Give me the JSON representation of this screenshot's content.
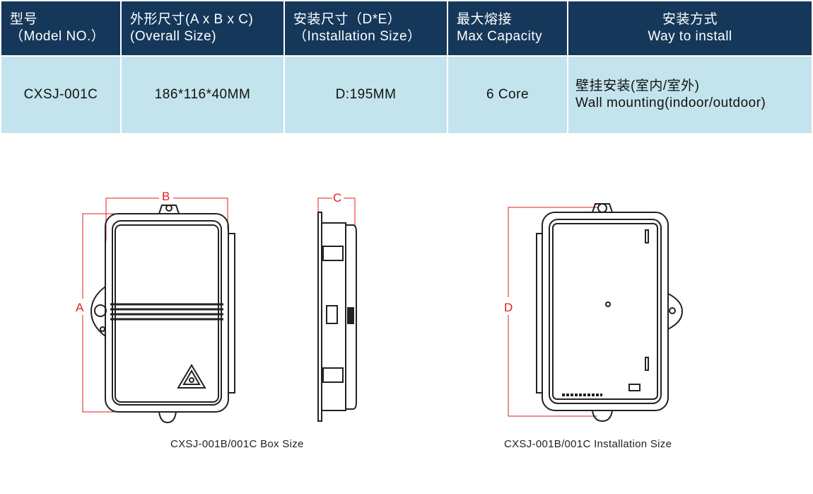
{
  "table": {
    "headers": [
      {
        "cn": "型号",
        "en": "（Model NO.）"
      },
      {
        "cn": "外形尺寸(A x B x C)",
        "en": "(Overall Size)"
      },
      {
        "cn": "安装尺寸（D*E）",
        "en": "（Installation  Size）"
      },
      {
        "cn": "最大熔接",
        "en": "Max Capacity"
      },
      {
        "cn": "安装方式",
        "en": "Way  to install"
      }
    ],
    "row": {
      "model": "CXSJ-001C",
      "overall_size": "186*116*40MM",
      "installation_size": "D:195MM",
      "capacity": "6 Core",
      "install_cn": "壁挂安装(室内/室外)",
      "install_en": "Wall  mounting(indoor/outdoor)"
    }
  },
  "labels": {
    "a": "A",
    "b": "B",
    "c": "C",
    "d": "D"
  },
  "captions": {
    "box": "CXSJ-001B/001C  Box Size",
    "install": "CXSJ-001B/001C  Installation Size"
  },
  "colors": {
    "header": "#15385a",
    "row": "#c3e4ec",
    "dimension": "#e21d1d"
  }
}
